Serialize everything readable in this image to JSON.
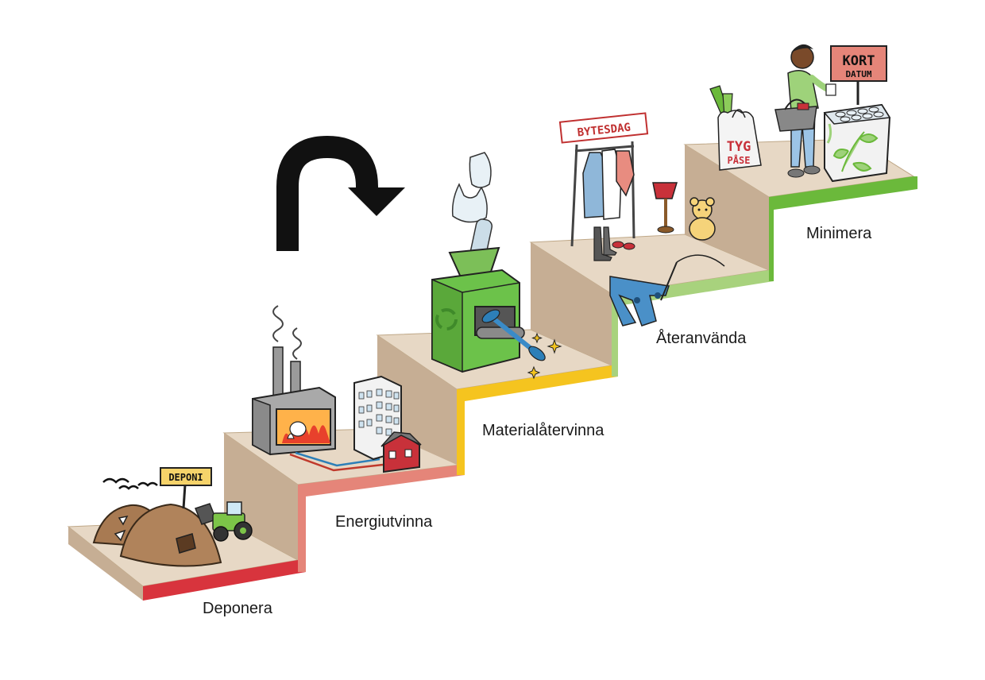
{
  "steps": [
    {
      "label": "Deponera",
      "color": "#d8343d"
    },
    {
      "label": "Energiutvinna",
      "color": "#e58579"
    },
    {
      "label": "Materialåtervinna",
      "color": "#f5c41f"
    },
    {
      "label": "Återanvända",
      "color": "#a8d27d"
    },
    {
      "label": "Minimera",
      "color": "#6bb93b"
    }
  ],
  "signs": {
    "deponi": "DEPONI",
    "bytesdag": "BYTESDAG",
    "tyg": "TYG",
    "pase": "PÅSE",
    "kort": "KORT",
    "datum": "DATUM"
  },
  "colors": {
    "stair_top": "#e7d8c5",
    "stair_face": "#c6ae94",
    "machine_green": "#6cc24a",
    "jeans_blue": "#4a90c8"
  },
  "icons": [
    "return-arrow-icon",
    "recycle-icon"
  ]
}
